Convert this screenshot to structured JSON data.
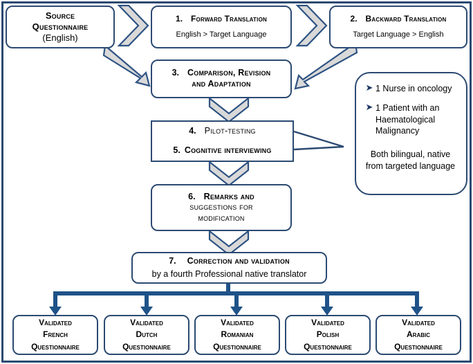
{
  "diagram": {
    "title": "Questionnaire translation and validation process",
    "colors": {
      "outline": "#2c4a72",
      "arrow_fill": "#d9d9d9",
      "arrow_stroke": "#2e5383",
      "bus": "#1f5288",
      "bullet": "#1f3864"
    }
  },
  "source": {
    "line1": "Source",
    "line2": "Questionnaire",
    "line3": "(English)"
  },
  "steps": [
    {
      "number": "1.",
      "title": "Forward Translation",
      "subtitle": "English > Target Language"
    },
    {
      "number": "2.",
      "title": "Backward Translation",
      "subtitle": "Target Language > English"
    },
    {
      "number": "3.",
      "title_line1": "Comparison, Revision",
      "title_line2": "and Adaptation"
    },
    {
      "number": "4.",
      "title": "Pilot-testing"
    },
    {
      "number": "5.",
      "title": "Cognitive interviewing"
    },
    {
      "number": "6.",
      "title_line1": "Remarks and",
      "title_line2": "suggestions for",
      "title_line3": "modification"
    },
    {
      "number": "7.",
      "title": "Correction and validation",
      "subtitle": "by a fourth Professional native translator"
    }
  ],
  "participants": {
    "bullet_glyph": "➤",
    "items": [
      "1 Nurse in oncology",
      "1 Patient with an Haematological Malignancy"
    ],
    "item1": "1 Nurse in oncology",
    "item2_line1": "1 Patient with an",
    "item2_line2": "Haematological",
    "item2_line3": "Malignancy",
    "footnote_line1": "Both bilingual, native",
    "footnote_line2": "from targeted language"
  },
  "outputs": [
    {
      "line1": "Validated",
      "line2": "French",
      "line3": "Questionnaire"
    },
    {
      "line1": "Validated",
      "line2": "Dutch",
      "line3": "Questionnaire"
    },
    {
      "line1": "Validated",
      "line2": "Romanian",
      "line3": "Questionnaire"
    },
    {
      "line1": "Validated",
      "line2": "Polish",
      "line3": "Questionnaire"
    },
    {
      "line1": "Validated",
      "line2": "Arabic",
      "line3": "Questionnaire"
    }
  ]
}
